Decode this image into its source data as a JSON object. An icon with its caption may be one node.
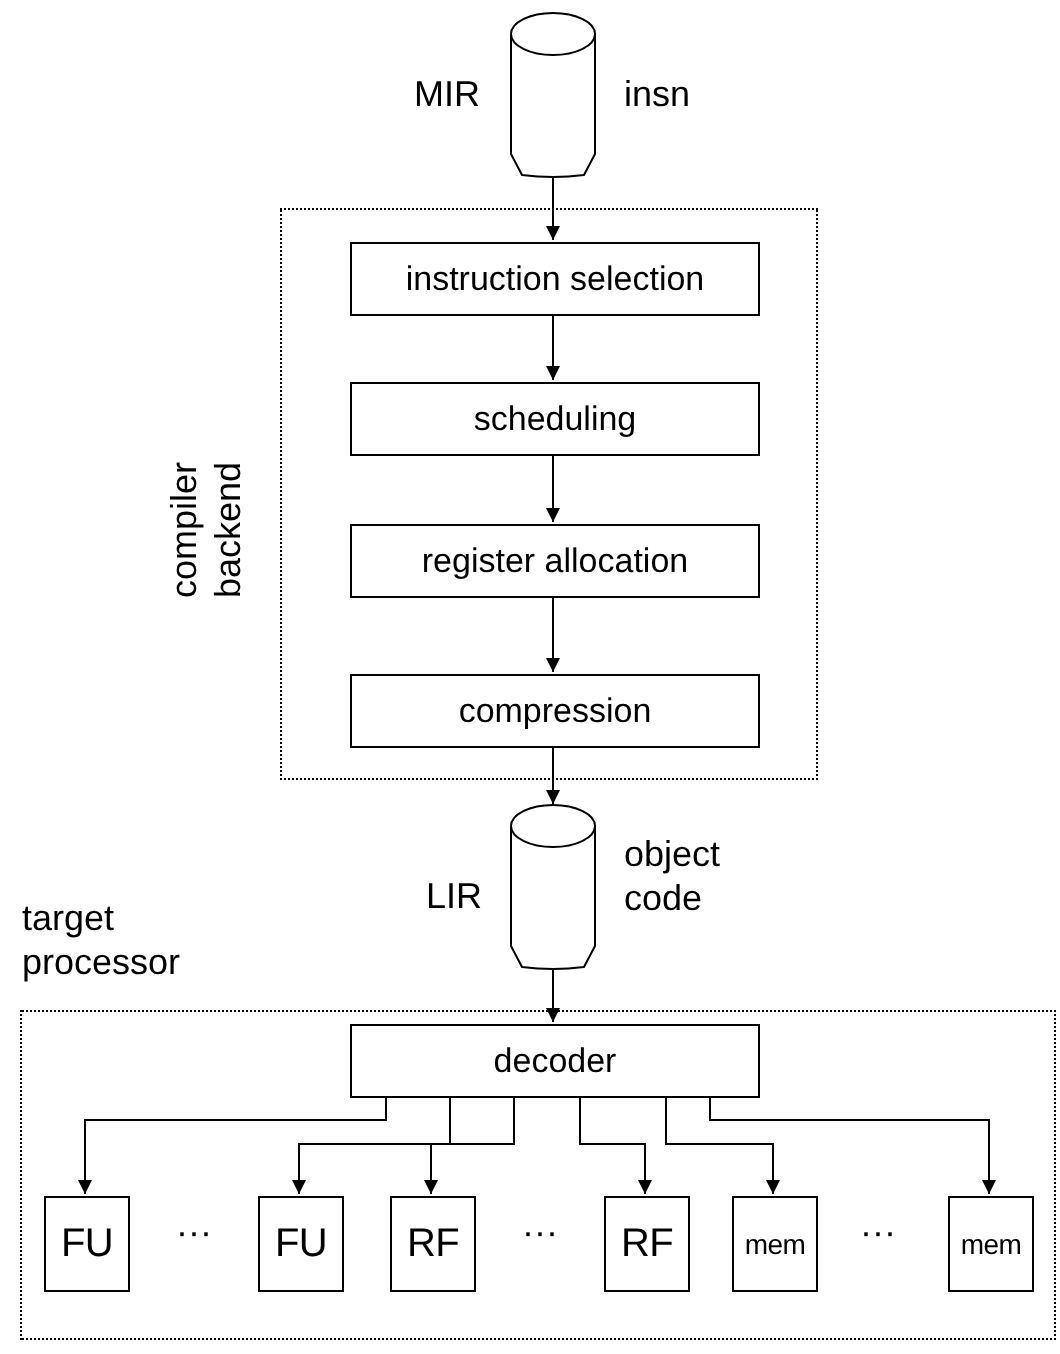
{
  "diagram": {
    "nodes": [
      {
        "text": [],
        "shape": "cylinder",
        "beside": [
          "MIR",
          "insn"
        ]
      },
      {
        "text": [
          "compiler backend"
        ]
      },
      {
        "text": [
          "instruction selection"
        ],
        "in": 1
      },
      {
        "text": [
          "scheduling"
        ],
        "in": 1
      },
      {
        "text": [
          "register allocation"
        ],
        "in": 1
      },
      {
        "text": [
          "compression"
        ],
        "in": 1
      },
      {
        "text": [],
        "shape": "cylinder",
        "beside": [
          "LIR",
          "object code"
        ]
      },
      {
        "text": [
          "target processor"
        ]
      },
      {
        "text": [
          "decoder"
        ],
        "in": 7
      },
      {
        "text": [
          "FU"
        ],
        "in": 7
      },
      {
        "text": [
          "FU"
        ],
        "in": 7
      },
      {
        "text": [
          "RF"
        ],
        "in": 7
      },
      {
        "text": [
          "RF"
        ],
        "in": 7
      },
      {
        "text": [
          "mem"
        ],
        "in": 7
      },
      {
        "text": [
          "mem"
        ],
        "in": 7
      }
    ],
    "edges": [
      {
        "from": 0,
        "to": 2,
        "arrow": "to"
      },
      {
        "from": 2,
        "to": 3,
        "arrow": "to"
      },
      {
        "from": 3,
        "to": 4,
        "arrow": "to"
      },
      {
        "from": 4,
        "to": 5,
        "arrow": "to"
      },
      {
        "from": 5,
        "to": 6,
        "arrow": "to"
      },
      {
        "from": 6,
        "to": 8,
        "arrow": "to"
      },
      {
        "from": 8,
        "to": 9,
        "arrow": "to"
      },
      {
        "from": 8,
        "to": 10,
        "arrow": "to"
      },
      {
        "from": 8,
        "to": 11,
        "arrow": "to"
      },
      {
        "from": 8,
        "to": 12,
        "arrow": "to"
      },
      {
        "from": 8,
        "to": 13,
        "arrow": "to"
      },
      {
        "from": 8,
        "to": 14,
        "arrow": "to"
      }
    ],
    "labels": [
      "···",
      "···",
      "···"
    ]
  }
}
